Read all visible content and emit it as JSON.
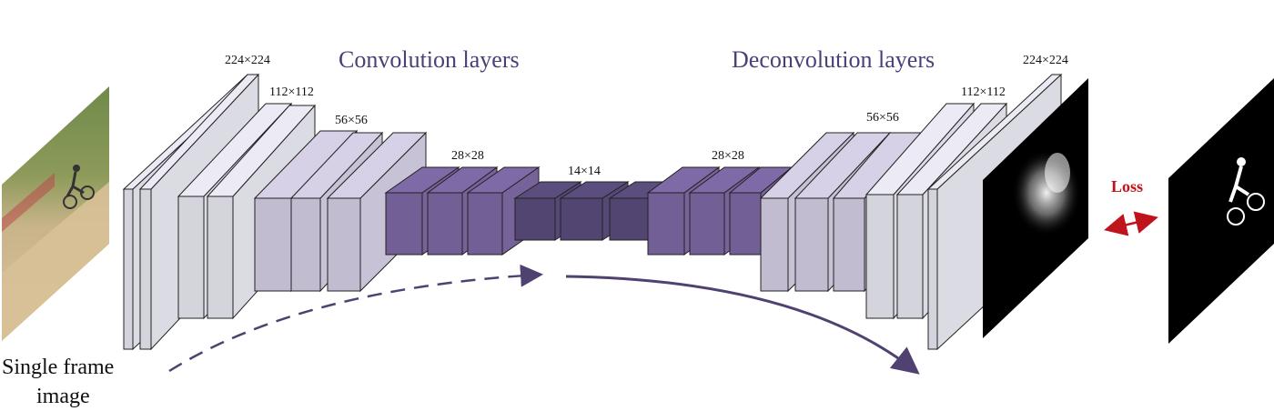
{
  "labels": {
    "convolution": "Convolution layers",
    "deconvolution": "Deconvolution layers",
    "input_line1": "Single frame",
    "input_line2": "image",
    "loss": "Loss"
  },
  "size_labels": {
    "enc_224": "224×224",
    "enc_112": "112×112",
    "enc_56": "56×56",
    "enc_28": "28×28",
    "mid_14": "14×14",
    "dec_28": "28×28",
    "dec_56": "56×56",
    "dec_112": "112×112",
    "dec_224": "224×224"
  },
  "colors": {
    "block_light": "#ecebf5",
    "block_mid": "#d6d1e6",
    "block_dark": "#7e6aa6",
    "block_darker": "#5c4d7f",
    "arrow": "#4f4170",
    "loss": "#c0141c"
  }
}
